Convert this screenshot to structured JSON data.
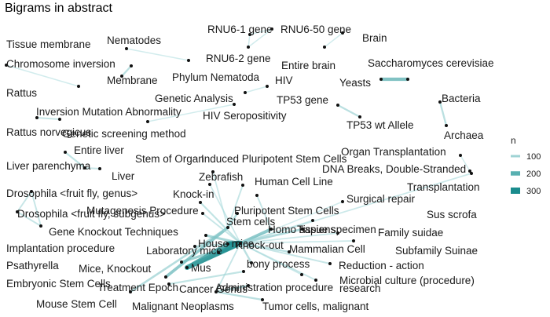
{
  "chart_data": {
    "type": "network",
    "title": "Bigrams in abstract",
    "legend": {
      "title": "n",
      "placement": "right",
      "entries": [
        {
          "label": "100",
          "value": 100,
          "color": "#9fd3d4"
        },
        {
          "label": "200",
          "value": 200,
          "color": "#58b0b1"
        },
        {
          "label": "300",
          "value": 300,
          "color": "#1a8c8d"
        }
      ]
    },
    "nodes": [
      "RNU6-1 gene",
      "RNU6-50 gene",
      "RNU6-2 gene",
      "Brain",
      "Entire brain",
      "Nematodes",
      "Phylum Nematoda",
      "Tissue membrane",
      "Membrane",
      "Chromosome inversion",
      "Inversion Mutation Abnormality",
      "Saccharomyces cerevisiae",
      "Yeasts",
      "HIV",
      "HIV Seropositivity",
      "Genetic Analysis",
      "Genetic screening method",
      "Rattus",
      "Rattus norvegicus",
      "TP53 gene",
      "TP53 wt Allele",
      "Bacteria",
      "Archaea",
      "Entire liver",
      "Liver parenchyma",
      "Liver",
      "Organ Transplantation",
      "Transplantation",
      "DNA Breaks, Double-Stranded",
      "Surgical repair",
      "Stem of Organ",
      "Induced Pluripotent Stem Cells",
      "Zebrafish",
      "Human Cell Line",
      "Pluripotent Stem Cells",
      "Drosophila <fruit fly, genus>",
      "Drosophila <fruit fly, subgenus>",
      "Psathyrella",
      "Knock-in",
      "Mutagenesis Procedure",
      "Stem cells",
      "Gene Knockout Techniques",
      "Homo sapiens",
      "Tissue specimen",
      "Sus scrofa",
      "Family suidae",
      "Subfamily Suinae",
      "Implantation procedure",
      "Laboratory mice",
      "House mice",
      "Knock-out",
      "Mammalian Cell",
      "Reduction - action",
      "Mice, Knockout",
      "bony process",
      "Embryonic Stem Cells",
      "Mus",
      "Treatment Epoch",
      "Administration procedure",
      "research",
      "Microbial culture (procedure)",
      "Mouse Stem Cell",
      "Cancer Genus",
      "Malignant Neoplasms",
      "Tumor cells, malignant"
    ],
    "edges": [
      {
        "from": "RNU6-1 gene",
        "to": "RNU6-50 gene",
        "n": 100
      },
      {
        "from": "RNU6-50 gene",
        "to": "RNU6-2 gene",
        "n": 100
      },
      {
        "from": "RNU6-2 gene",
        "to": "RNU6-1 gene",
        "n": 100
      },
      {
        "from": "Brain",
        "to": "Entire brain",
        "n": 100
      },
      {
        "from": "Nematodes",
        "to": "Phylum Nematoda",
        "n": 100
      },
      {
        "from": "Tissue membrane",
        "to": "Membrane",
        "n": 140
      },
      {
        "from": "Chromosome inversion",
        "to": "Inversion Mutation Abnormality",
        "n": 100
      },
      {
        "from": "Yeasts",
        "to": "Saccharomyces cerevisiae",
        "n": 220
      },
      {
        "from": "HIV",
        "to": "HIV Seropositivity",
        "n": 100
      },
      {
        "from": "Genetic Analysis",
        "to": "Genetic screening method",
        "n": 100
      },
      {
        "from": "Rattus",
        "to": "Rattus norvegicus",
        "n": 120
      },
      {
        "from": "TP53 gene",
        "to": "TP53 wt Allele",
        "n": 140
      },
      {
        "from": "Bacteria",
        "to": "Archaea",
        "n": 140
      },
      {
        "from": "Entire liver",
        "to": "Liver parenchyma",
        "n": 130
      },
      {
        "from": "Liver parenchyma",
        "to": "Liver",
        "n": 120
      },
      {
        "from": "Organ Transplantation",
        "to": "Transplantation",
        "n": 100
      },
      {
        "from": "Drosophila <fruit fly, genus>",
        "to": "Drosophila <fruit fly, subgenus>",
        "n": 120
      },
      {
        "from": "Drosophila <fruit fly, subgenus>",
        "to": "Psathyrella",
        "n": 120
      },
      {
        "from": "Psathyrella",
        "to": "Drosophila <fruit fly, genus>",
        "n": 120
      },
      {
        "from": "Stem cells",
        "to": "Induced Pluripotent Stem Cells",
        "n": 120
      },
      {
        "from": "Stem cells",
        "to": "Stem of Organ",
        "n": 110
      },
      {
        "from": "Stem cells",
        "to": "Pluripotent Stem Cells",
        "n": 150
      },
      {
        "from": "Stem cells",
        "to": "Embryonic Stem Cells",
        "n": 200
      },
      {
        "from": "Stem cells",
        "to": "Mouse Stem Cell",
        "n": 150
      },
      {
        "from": "Zebrafish",
        "to": "Knock-out",
        "n": 110
      },
      {
        "from": "Human Cell Line",
        "to": "Homo sapiens",
        "n": 120
      },
      {
        "from": "DNA Breaks, Double-Stranded",
        "to": "Knock-out",
        "n": 110
      },
      {
        "from": "Surgical repair",
        "to": "Knock-out",
        "n": 100
      },
      {
        "from": "Knock-in",
        "to": "Knock-out",
        "n": 130
      },
      {
        "from": "Mutagenesis Procedure",
        "to": "Knock-out",
        "n": 120
      },
      {
        "from": "Gene Knockout Techniques",
        "to": "Knock-out",
        "n": 170
      },
      {
        "from": "Homo sapiens",
        "to": "Knock-out",
        "n": 200
      },
      {
        "from": "Tissue specimen",
        "to": "Knock-out",
        "n": 160
      },
      {
        "from": "Sus scrofa",
        "to": "Knock-out",
        "n": 110
      },
      {
        "from": "Family suidae",
        "to": "Knock-out",
        "n": 110
      },
      {
        "from": "Subfamily Suinae",
        "to": "Knock-out",
        "n": 110
      },
      {
        "from": "Implantation procedure",
        "to": "Knock-out",
        "n": 130
      },
      {
        "from": "Laboratory mice",
        "to": "Knock-out",
        "n": 280
      },
      {
        "from": "House mice",
        "to": "Knock-out",
        "n": 320
      },
      {
        "from": "Mammalian Cell",
        "to": "Knock-out",
        "n": 140
      },
      {
        "from": "Reduction - action",
        "to": "Knock-out",
        "n": 120
      },
      {
        "from": "Mice, Knockout",
        "to": "Knock-out",
        "n": 180
      },
      {
        "from": "bony process",
        "to": "Knock-out",
        "n": 140
      },
      {
        "from": "Mus",
        "to": "Knock-out",
        "n": 300
      },
      {
        "from": "Mus",
        "to": "House mice",
        "n": 260
      },
      {
        "from": "Treatment Epoch",
        "to": "Administration procedure",
        "n": 130
      },
      {
        "from": "research",
        "to": "Knock-out",
        "n": 120
      },
      {
        "from": "Microbial culture (procedure)",
        "to": "Knock-out",
        "n": 110
      },
      {
        "from": "Cancer Genus",
        "to": "Malignant Neoplasms",
        "n": 150
      },
      {
        "from": "Malignant Neoplasms",
        "to": "Tumor cells, malignant",
        "n": 140
      },
      {
        "from": "Malignant Neoplasms",
        "to": "Knock-out",
        "n": 120
      }
    ]
  }
}
